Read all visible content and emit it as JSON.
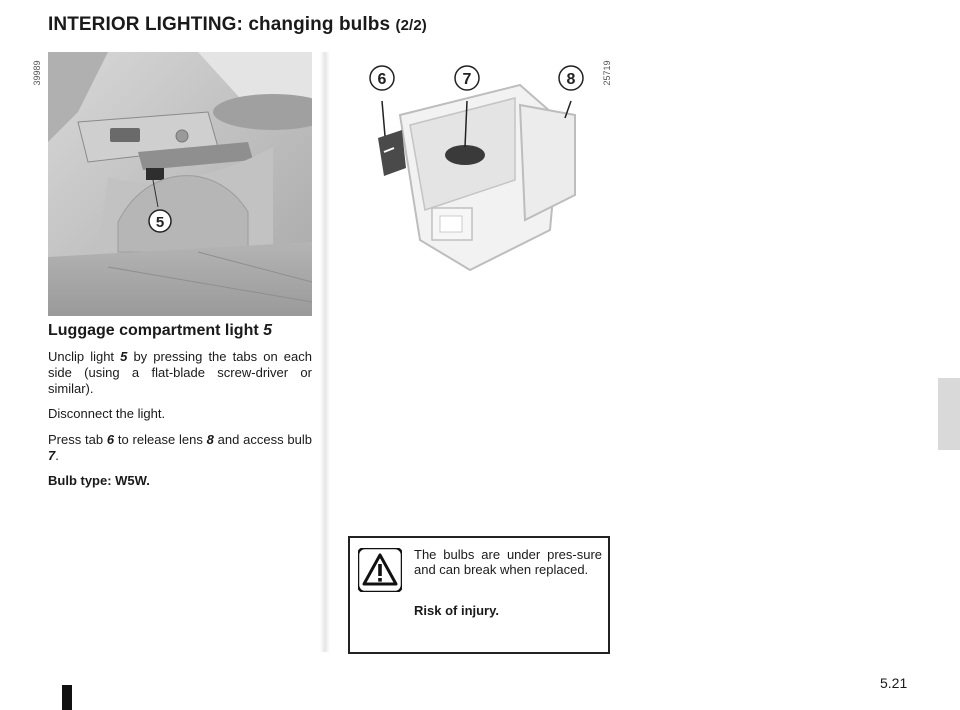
{
  "header": {
    "title": "INTERIOR LIGHTING: changing bulbs",
    "title_suffix": "(2/2)"
  },
  "photo": {
    "ref_number": "39989",
    "callout": "5"
  },
  "drawing": {
    "ref_number": "25719",
    "callouts": [
      "6",
      "7",
      "8"
    ]
  },
  "section": {
    "heading": "Luggage compartment light",
    "heading_ref": "5"
  },
  "paragraphs": {
    "p1": {
      "a": "Unclip light",
      "ref": "5",
      "b": "by pressing the tabs on each side (using a flat-blade screw-driver or similar)."
    },
    "p2": "Disconnect the light.",
    "p3": {
      "a": "Press tab",
      "ref1": "6",
      "b": "to release lens",
      "ref2": "8",
      "c": "and access bulb",
      "ref3": "7",
      "d": "."
    },
    "p4": "Bulb type: W5W."
  },
  "warning": {
    "icon": "warning-triangle-icon",
    "text": "The bulbs are under pres-sure and can break when replaced.",
    "risk": "Risk of injury."
  },
  "footer": {
    "page_number": "5.21"
  },
  "colors": {
    "photo_background": "#c8c8c8",
    "side_tab": "#d9d9d9",
    "text": "#1a1a1a"
  }
}
